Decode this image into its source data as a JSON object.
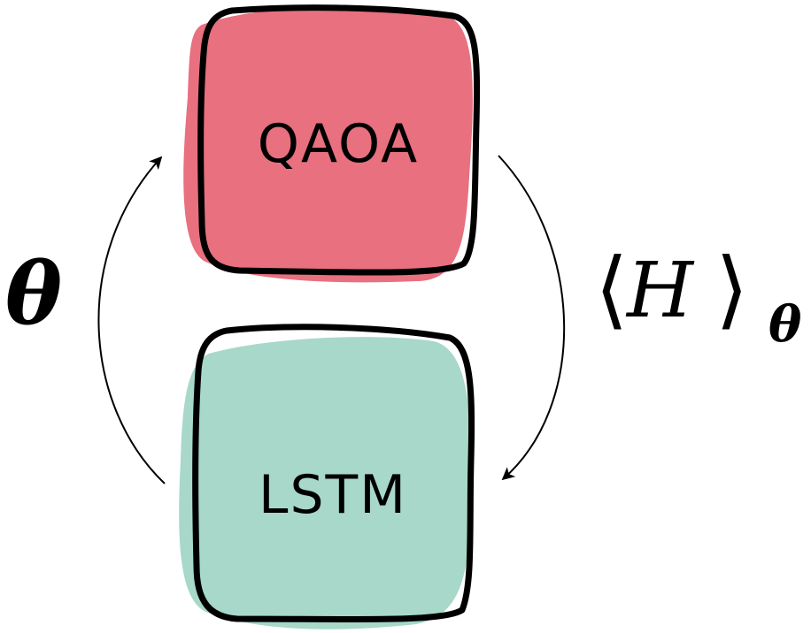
{
  "nodes": {
    "qaoa": {
      "label": "QAOA",
      "fill": "#e8707f"
    },
    "lstm": {
      "label": "LSTM",
      "fill": "#a7d8c9"
    }
  },
  "edges": {
    "left": {
      "label": "θ"
    },
    "right": {
      "open_bracket": "⟨",
      "operator": "H",
      "close_bracket": "⟩",
      "subscript": "θ"
    }
  },
  "colors": {
    "outline": "#000000",
    "background": "#ffffff"
  }
}
